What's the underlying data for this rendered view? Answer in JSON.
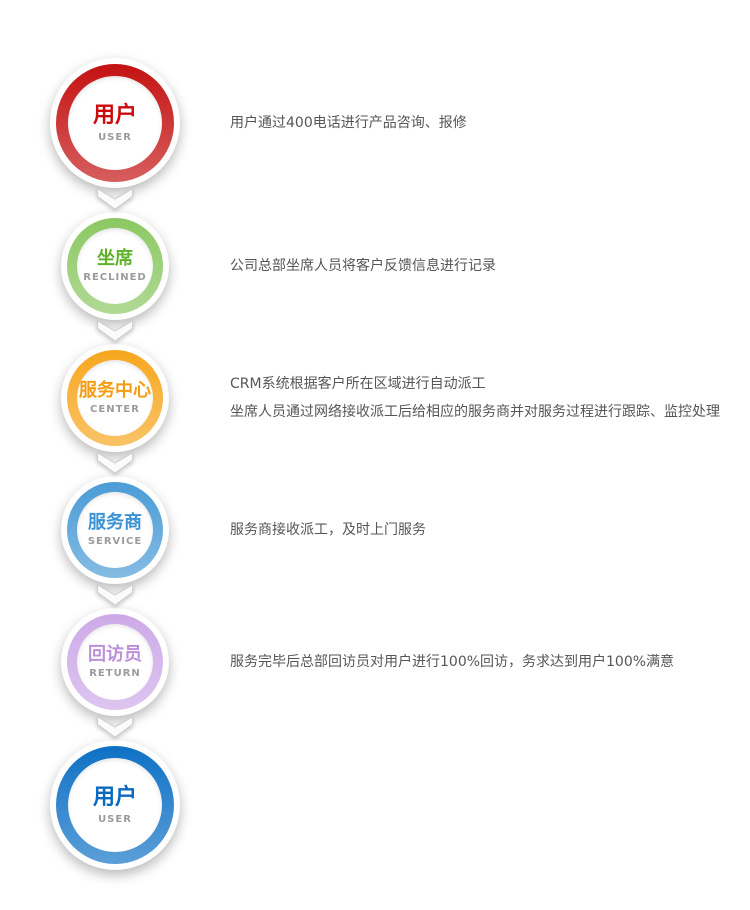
{
  "page": {
    "background_color": "#ffffff",
    "text_color": "#565656"
  },
  "flow": {
    "nodes": [
      {
        "id": "user-top",
        "label": "用户",
        "sublabel": "USER",
        "ring_color": "#c41212",
        "label_color": "#cc0c0c",
        "size": "large",
        "desc": [
          "用户通过400电话进行产品咨询、报修"
        ]
      },
      {
        "id": "agent",
        "label": "坐席",
        "sublabel": "RECLINED",
        "ring_color": "#8bc862",
        "label_color": "#5fb32a",
        "size": "medium",
        "desc": [
          "公司总部坐席人员将客户反馈信息进行记录"
        ]
      },
      {
        "id": "service-center",
        "label": "服务中心",
        "sublabel": "CENTER",
        "ring_color": "#f7a71e",
        "label_color": "#f59c12",
        "size": "medium",
        "desc": [
          "CRM系统根据客户所在区域进行自动派工",
          "坐席人员通过网络接收派工后给相应的服务商并对服务过程进行跟踪、监控处理"
        ]
      },
      {
        "id": "service-provider",
        "label": "服务商",
        "sublabel": "SERVICE",
        "ring_color": "#4b9cd6",
        "label_color": "#3b92d4",
        "size": "medium",
        "desc": [
          "服务商接收派工，及时上门服务"
        ]
      },
      {
        "id": "return-visitor",
        "label": "回访员",
        "sublabel": "RETURN",
        "ring_color": "#cdaae8",
        "label_color": "#bb8fd9",
        "size": "medium",
        "desc": [
          "服务完毕后总部回访员对用户进行100%回访，务求达到用户100%满意"
        ]
      },
      {
        "id": "user-bottom",
        "label": "用户",
        "sublabel": "USER",
        "ring_color": "#0e71c5",
        "label_color": "#0b69bf",
        "size": "large",
        "desc": []
      }
    ]
  }
}
